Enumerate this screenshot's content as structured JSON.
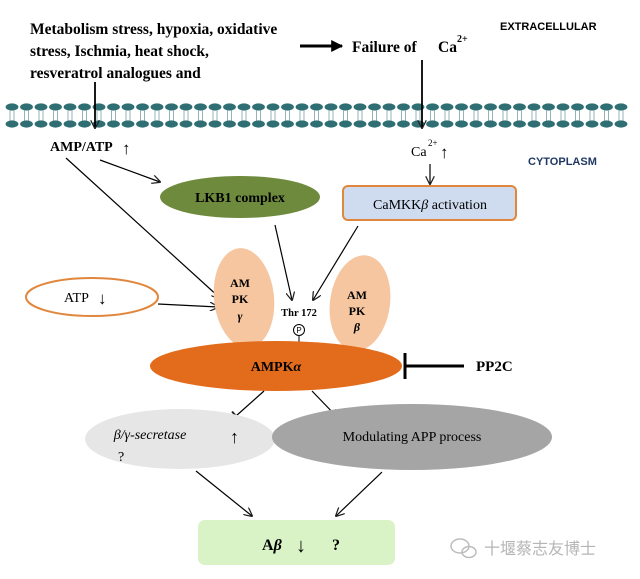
{
  "stimuli": {
    "line1": "Metabolism stress, hypoxia, oxidative",
    "line2": "stress, Ischmia, heat shock,",
    "line3": "resveratrol analogues and"
  },
  "failure_label": "Failure of",
  "ca_label": "Ca",
  "ca_superscript": "2+",
  "compartments": {
    "extracellular": "EXTRACELLULAR",
    "cytoplasm": "CYTOPLASM"
  },
  "amp_atp": "AMP/ATP",
  "ca_cyto": "Ca",
  "ca_cyto_superscript": "2+",
  "lkb1": "LKB1 complex",
  "camkk": "CaMKK",
  "camkk_greek": "β",
  "camkk_suffix": " activation",
  "atp_down": "ATP",
  "ampk_gamma": {
    "l1": "AM",
    "l2": "PK",
    "l3": "γ"
  },
  "ampk_beta": {
    "l1": "AM",
    "l2": "PK",
    "l3": "β"
  },
  "thr172": "Thr 172",
  "phospho": "P",
  "ampk_alpha": "AMPK",
  "ampk_alpha_greek": "α",
  "pp2c": "PP2C",
  "secretase": "β/γ-secretase",
  "secretase_q": "?",
  "app": "Modulating APP process",
  "abeta": "A",
  "abeta_greek": "β",
  "abeta_q": "?",
  "watermark": "十堰蔡志友博士",
  "colors": {
    "membrane": "#2f6f73",
    "lkb1_fill": "#6e8b3d",
    "camkk_fill": "#cfdcf0",
    "camkk_stroke": "#e0873d",
    "ampk_alpha_fill": "#e36c1c",
    "subunit_fill": "#f6c6a0",
    "secretase_fill": "#e6e6e6",
    "app_fill": "#a5a5a5",
    "abeta_fill": "#d9f2c6",
    "atp_stroke": "#e0873d"
  },
  "icons": {
    "up_arrow": "↑",
    "down_arrow": "↓"
  }
}
